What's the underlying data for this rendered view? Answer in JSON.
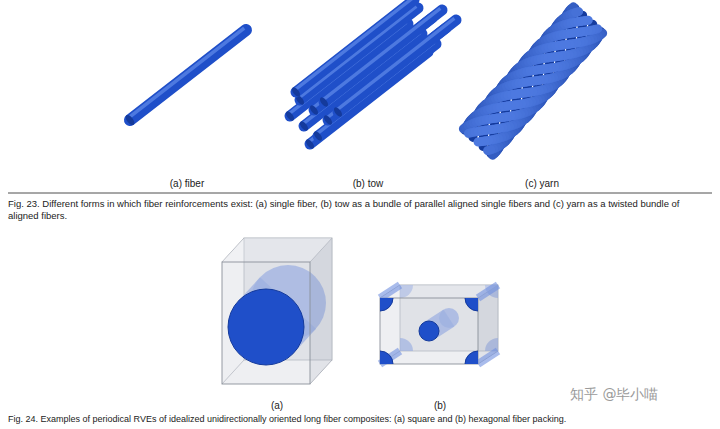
{
  "diagram": {
    "labels": [
      "(a) fiber",
      "(b) tow",
      "(c) yarn",
      "Fig. 23. Different forms in which fiber reinforcements exist: (a) single fiber, (b) tow as a bundle of parallel aligned single fibers and (c) yarn as a twisted bundle of aligned fibers.",
      "(a)",
      "(b)",
      "Fig. 24. Examples of periodical RVEs of idealized unidirectionally oriented long fiber composites: (a) square and (b) hexagonal fiber packing.",
      "知乎 @毕小喵"
    ]
  }
}
